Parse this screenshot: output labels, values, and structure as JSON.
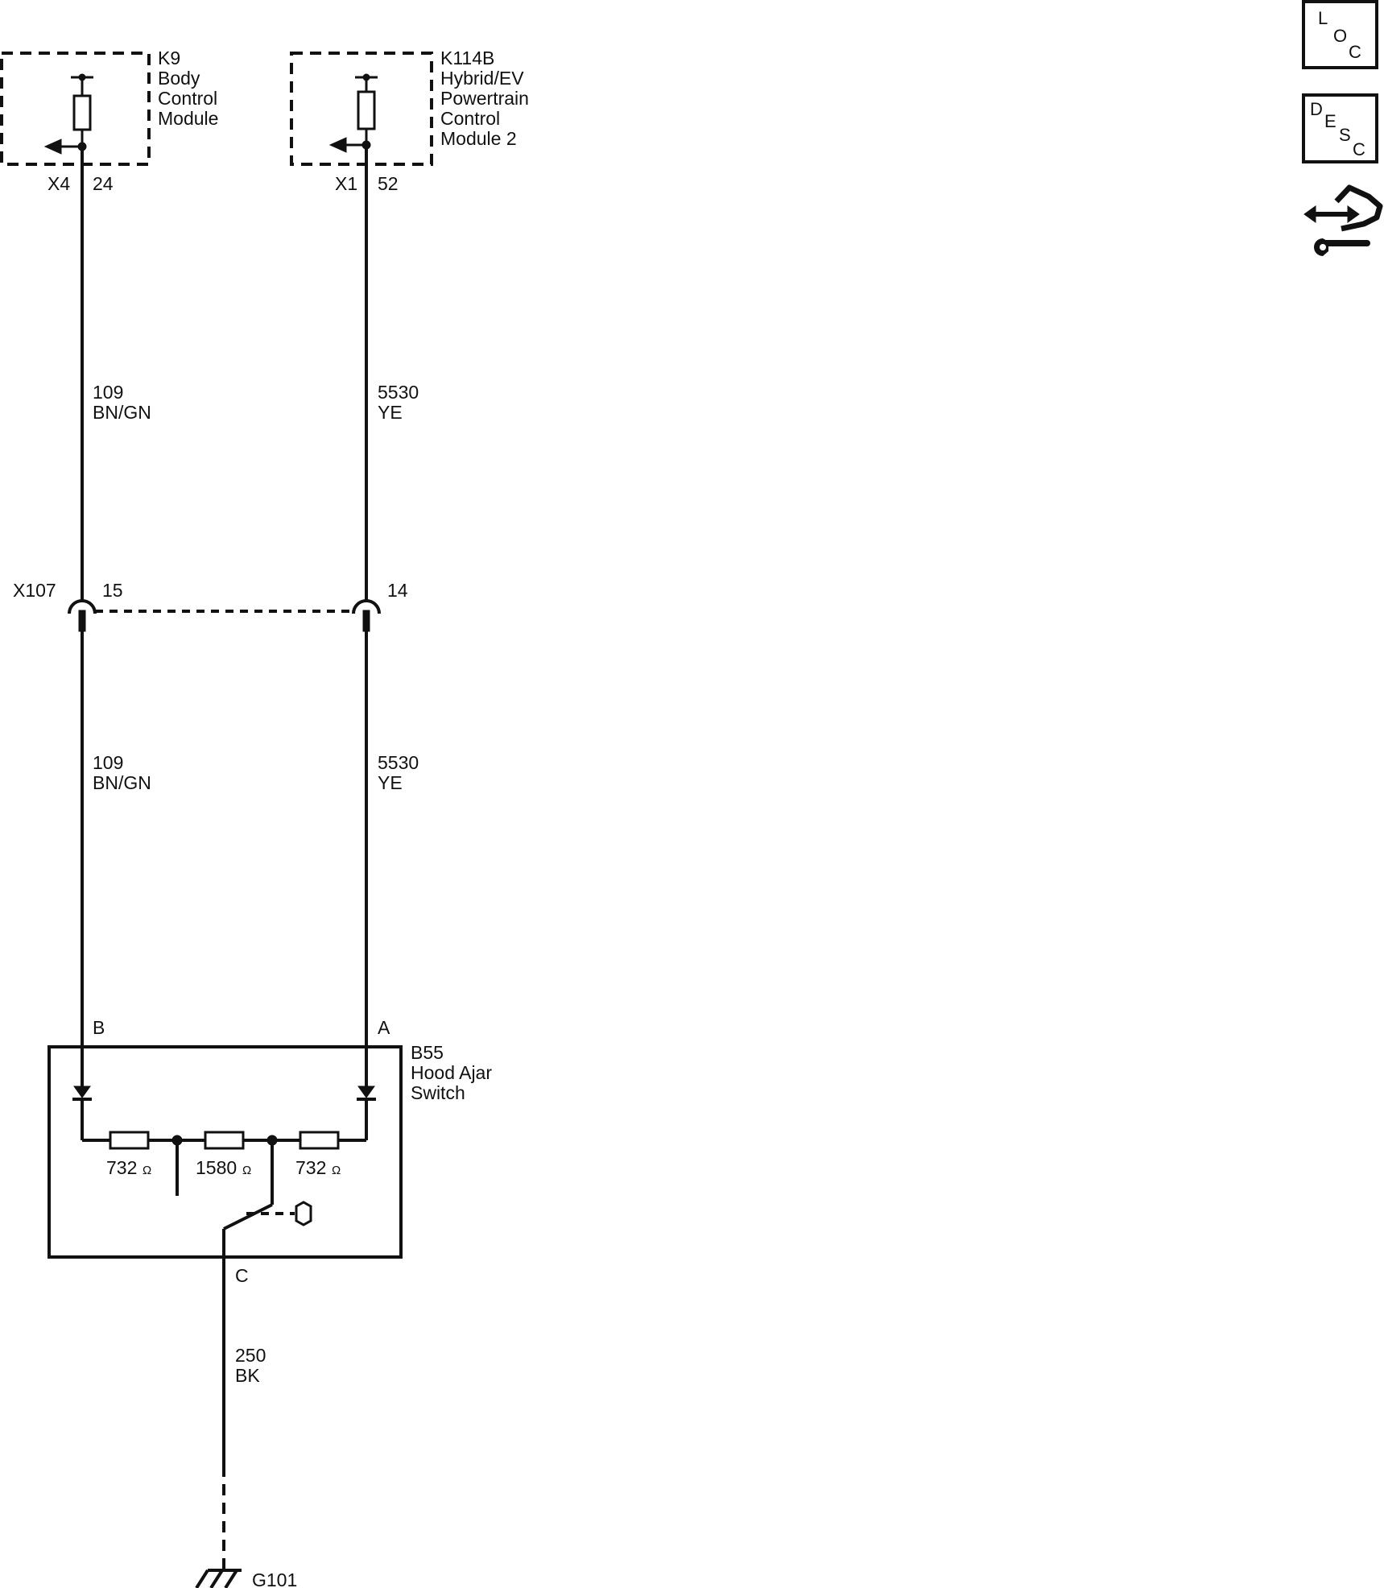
{
  "modules": {
    "k9": {
      "id": "K9",
      "line1": "Body",
      "line2": "Control",
      "line3": "Module",
      "connector": "X4",
      "pin": "24"
    },
    "k114b": {
      "id": "K114B",
      "line1": "Hybrid/EV",
      "line2": "Powertrain",
      "line3": "Control",
      "line4": "Module 2",
      "connector": "X1",
      "pin": "52"
    }
  },
  "wires": {
    "left_upper": {
      "circuit": "109",
      "color": "BN/GN"
    },
    "right_upper": {
      "circuit": "5530",
      "color": "YE"
    },
    "left_lower": {
      "circuit": "109",
      "color": "BN/GN"
    },
    "right_lower": {
      "circuit": "5530",
      "color": "YE"
    },
    "ground": {
      "circuit": "250",
      "color": "BK"
    }
  },
  "inline_connector": {
    "id": "X107",
    "pin_left": "15",
    "pin_right": "14"
  },
  "switch": {
    "id": "B55",
    "line1": "Hood Ajar",
    "line2": "Switch",
    "pin_b": "B",
    "pin_a": "A",
    "pin_c": "C",
    "resistors": [
      {
        "value": "732",
        "unit": "Ω"
      },
      {
        "value": "1580",
        "unit": "Ω"
      },
      {
        "value": "732",
        "unit": "Ω"
      }
    ]
  },
  "ground": {
    "id": "G101"
  },
  "side_icons": {
    "loc": {
      "letters": [
        "L",
        "O",
        "C"
      ]
    },
    "desc": {
      "letters": [
        "D",
        "E",
        "S",
        "C"
      ]
    },
    "tools": {
      "icon": "connector-repair-icon"
    }
  }
}
